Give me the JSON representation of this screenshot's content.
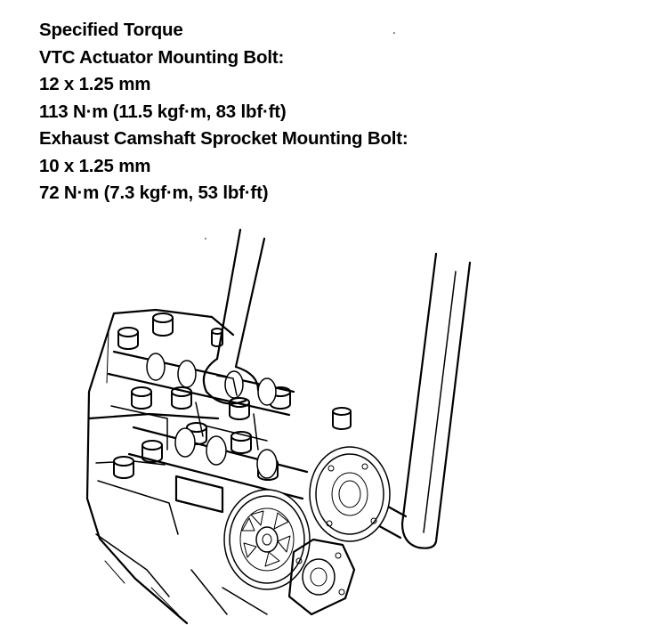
{
  "specification": {
    "heading": "Specified Torque",
    "items": [
      {
        "name": "VTC Actuator Mounting Bolt:",
        "size": "12 x 1.25 mm",
        "torque": "113 N·m (11.5 kgf·m, 83 lbf·ft)"
      },
      {
        "name": "Exhaust Camshaft Sprocket Mounting Bolt:",
        "size": "10 x 1.25 mm",
        "torque": "72 N·m (7.3 kgf·m, 53 lbf·ft)"
      }
    ]
  },
  "illustration": {
    "subject": "camshaft-sprocket-torque-illustration",
    "line_color": "#000000",
    "background_color": "#ffffff"
  }
}
